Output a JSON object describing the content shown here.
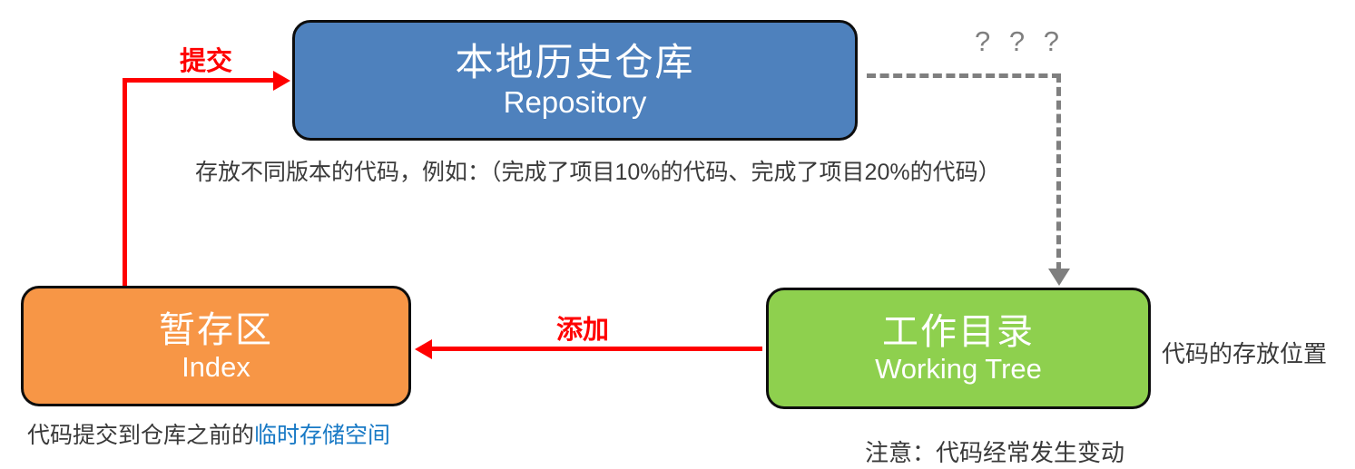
{
  "boxes": {
    "repository": {
      "title": "本地历史仓库",
      "subtitle": "Repository",
      "bg": "#4E81BD"
    },
    "index": {
      "title": "暂存区",
      "subtitle": "Index",
      "bg": "#F79646"
    },
    "working_tree": {
      "title": "工作目录",
      "subtitle": "Working Tree",
      "bg": "#8ED04E"
    }
  },
  "arrows": {
    "commit": {
      "label": "提交",
      "color": "#FF0000"
    },
    "add": {
      "label": "添加",
      "color": "#FF0000"
    },
    "unknown": {
      "label": "? ? ?",
      "color": "#7F7F7F"
    }
  },
  "captions": {
    "repository_note": "存放不同版本的代码，例如：（完成了项目10%的代码、完成了项目20%的代码）",
    "index_note_prefix": "代码提交到仓库之前的",
    "index_note_highlight": "临时存储空间",
    "index_note_highlight_color": "#1879C5",
    "working_tree_note": "代码的存放位置",
    "working_tree_warning": "注意：代码经常发生变动"
  }
}
